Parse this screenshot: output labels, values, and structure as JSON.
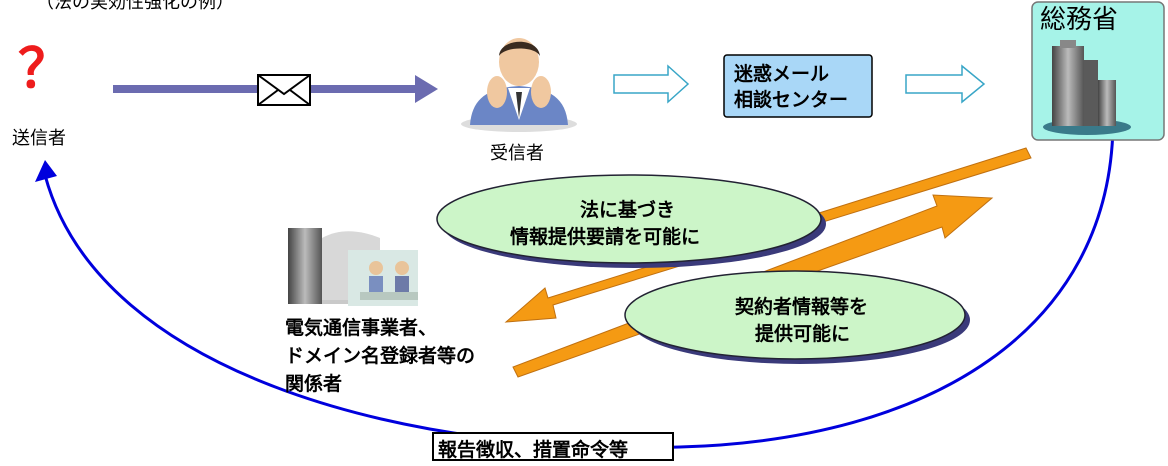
{
  "top_caption": "（法の実効性強化の例）",
  "sender": {
    "mark": "？",
    "label": "送信者"
  },
  "recipient": {
    "label": "受信者"
  },
  "center": {
    "line1": "迷惑メール",
    "line2": "相談センター"
  },
  "ministry": {
    "label": "総務省"
  },
  "ellipse_upper": {
    "line1": "法に基づき",
    "line2": "情報提供要請を可能に"
  },
  "ellipse_lower": {
    "line1": "契約者情報等を",
    "line2": "提供可能に"
  },
  "related": {
    "line1": "電気通信事業者、",
    "line2": "ドメイン名登録者等の",
    "line3": "関係者"
  },
  "bottom_box": {
    "label": "報告徴収、措置命令等"
  },
  "colors": {
    "purple_arrow": "#6b6bb0",
    "blue_curve": "#0000dd",
    "orange_arrow": "#f59a13",
    "ellipse_fill": "#ccf5c8",
    "center_box_fill": "#a9d7f7",
    "ministry_fill": "#a6f3e8",
    "sender_mark": "#ee1c1c"
  }
}
